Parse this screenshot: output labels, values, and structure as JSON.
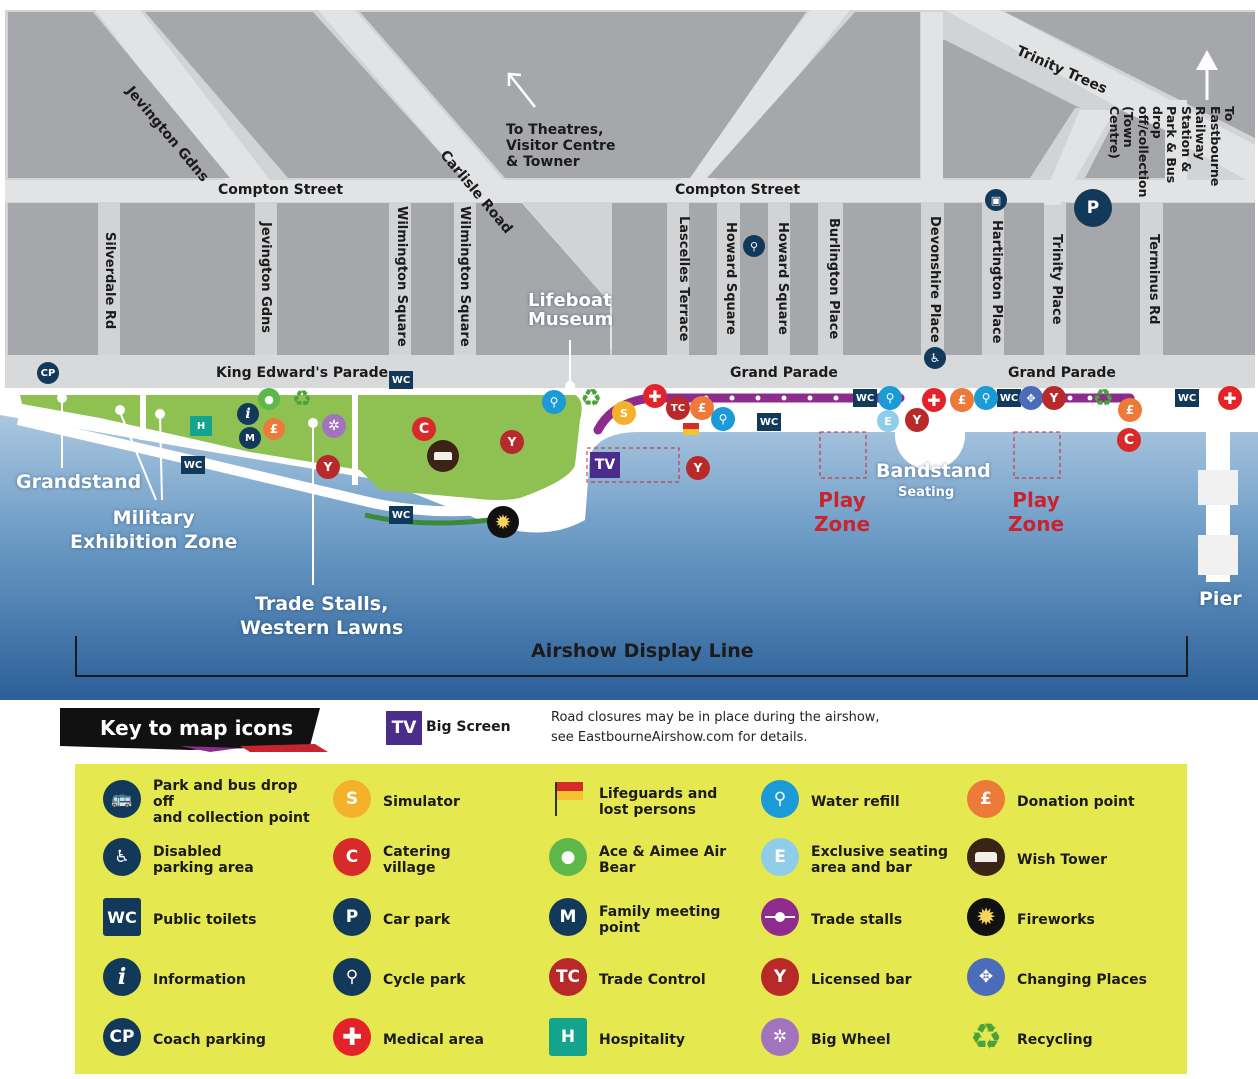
{
  "streets": {
    "jevington_gdns_diag": "Jevington Gdns",
    "carlisle_road": "Carlisle Road",
    "trinity_trees": "Trinity Trees",
    "compton_street_west": "Compton Street",
    "compton_street_east": "Compton Street",
    "silverdale_rd": "Silverdale Rd",
    "jevington_gdns": "Jevington Gdns",
    "wilmington_square_1": "Wilmington Square",
    "wilmington_square_2": "Wilmington Square",
    "lascelles_terrace": "Lascelles Terrace",
    "howard_square_1": "Howard Square",
    "howard_square_2": "Howard Square",
    "burlington_place": "Burlington Place",
    "devonshire_place": "Devonshire Place",
    "hartington_place": "Hartington Place",
    "trinity_place": "Trinity Place",
    "terminus_rd": "Terminus Rd",
    "king_edwards_parade": "King Edward's Parade",
    "grand_parade_1": "Grand Parade",
    "grand_parade_2": "Grand Parade",
    "to_theatres": "To Theatres,\nVisitor Centre\n& Towner",
    "to_station": "To Eastbourne Railway Station &\nPark & Bus drop off/collection\n(Town Centre)"
  },
  "places": {
    "lifeboat_museum": "Lifeboat\nMuseum",
    "grandstand": "Grandstand",
    "military_zone": "Military\nExhibition Zone",
    "trade_stalls": "Trade Stalls,\nWestern Lawns",
    "bandstand": "Bandstand",
    "bandstand_seating": "Seating",
    "play_zone_1": "Play\nZone",
    "play_zone_2": "Play\nZone",
    "pier": "Pier",
    "display_line": "Airshow Display Line"
  },
  "map_icons": {
    "cp": "CP",
    "wc": "WC",
    "h": "H",
    "m": "M",
    "i": "i",
    "c": "C",
    "s": "S",
    "tc": "TC",
    "e": "E",
    "p": "P",
    "tv": "TV"
  },
  "header": {
    "key_title": "Key to map icons",
    "tv_icon": "TV",
    "tv_label": "Big Screen",
    "road_note": "Road closures may be in place during the airshow,\nsee EastbourneAirshow.com for details."
  },
  "legend": [
    {
      "icon": "bus-icon",
      "glyph": "",
      "color": "#12385a",
      "label": "Park and bus drop off\nand collection point"
    },
    {
      "icon": "simulator-icon",
      "glyph": "S",
      "color": "#f4b22a",
      "label": "Simulator"
    },
    {
      "icon": "lifeguard-flag-icon",
      "glyph": "",
      "color": "",
      "label": "Lifeguards and\nlost persons"
    },
    {
      "icon": "water-refill-icon",
      "glyph": "",
      "color": "#1a9ad6",
      "label": "Water refill"
    },
    {
      "icon": "donation-icon",
      "glyph": "£",
      "color": "#ee7a3a",
      "label": "Donation point"
    },
    {
      "icon": "disabled-parking-icon",
      "glyph": "♿",
      "color": "#12385a",
      "label": "Disabled\nparking area"
    },
    {
      "icon": "catering-icon",
      "glyph": "C",
      "color": "#d72a2a",
      "label": "Catering\nvillage"
    },
    {
      "icon": "air-bear-icon",
      "glyph": "",
      "color": "#5cb849",
      "label": "Ace & Aimee Air Bear"
    },
    {
      "icon": "exclusive-seating-icon",
      "glyph": "E",
      "color": "#8fcde8",
      "label": "Exclusive seating\narea and bar"
    },
    {
      "icon": "wish-tower-icon",
      "glyph": "",
      "color": "#3b2415",
      "label": "Wish Tower"
    },
    {
      "icon": "wc-icon",
      "glyph": "WC",
      "color": "#12385a",
      "label": "Public toilets"
    },
    {
      "icon": "car-park-icon",
      "glyph": "P",
      "color": "#12385a",
      "label": "Car park"
    },
    {
      "icon": "meeting-point-icon",
      "glyph": "M",
      "color": "#12385a",
      "label": "Family meeting point"
    },
    {
      "icon": "trade-stalls-icon",
      "glyph": "",
      "color": "#8f2b8e",
      "label": "Trade stalls"
    },
    {
      "icon": "fireworks-icon",
      "glyph": "",
      "color": "#111111",
      "label": "Fireworks"
    },
    {
      "icon": "information-icon",
      "glyph": "i",
      "color": "#12385a",
      "label": "Information"
    },
    {
      "icon": "cycle-park-icon",
      "glyph": "",
      "color": "#12385a",
      "label": "Cycle park"
    },
    {
      "icon": "trade-control-icon",
      "glyph": "TC",
      "color": "#b82a2a",
      "label": "Trade Control"
    },
    {
      "icon": "licensed-bar-icon",
      "glyph": "",
      "color": "#b82a2a",
      "label": "Licensed bar"
    },
    {
      "icon": "changing-places-icon",
      "glyph": "",
      "color": "#4b6cb8",
      "label": "Changing Places"
    },
    {
      "icon": "coach-parking-icon",
      "glyph": "CP",
      "color": "#12385a",
      "label": "Coach parking"
    },
    {
      "icon": "medical-icon",
      "glyph": "",
      "color": "#e3222a",
      "label": "Medical area"
    },
    {
      "icon": "hospitality-icon",
      "glyph": "H",
      "color": "#14a38c",
      "label": "Hospitality"
    },
    {
      "icon": "big-wheel-icon",
      "glyph": "",
      "color": "#a274c0",
      "label": "Big Wheel"
    },
    {
      "icon": "recycling-icon",
      "glyph": "",
      "color": "#49a33a",
      "label": "Recycling"
    }
  ],
  "colors": {
    "streets_block": "#a7a8ab",
    "road": "#d4d5d7",
    "lawn": "#8ec152",
    "sea_top": "#aac6df",
    "sea_bottom": "#2a66a0",
    "legend_bg": "#e5e84e",
    "navy": "#12385a",
    "purple": "#8f2b8e",
    "red": "#d72a2a"
  }
}
